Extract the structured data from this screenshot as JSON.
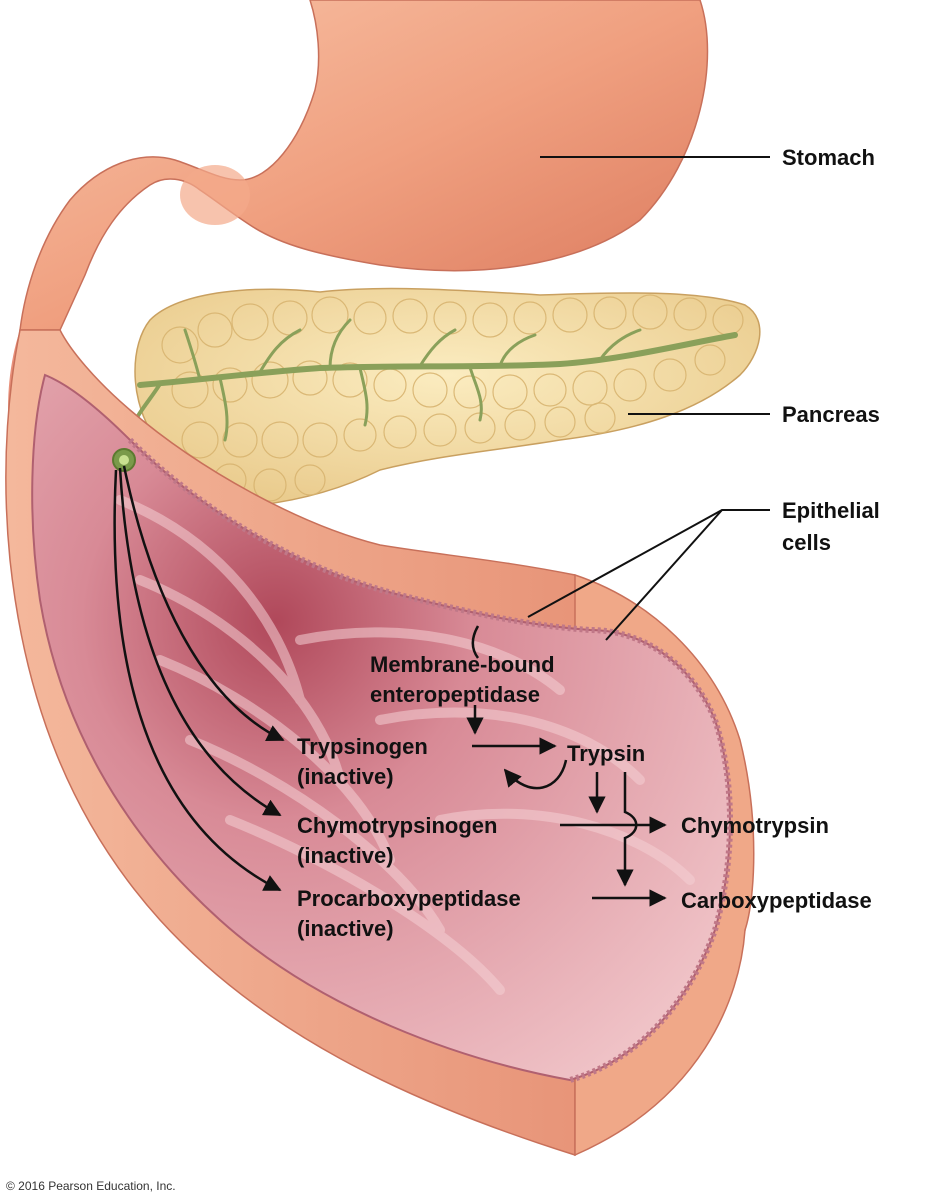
{
  "labels": {
    "stomach": "Stomach",
    "pancreas": "Pancreas",
    "epithelial_line1": "Epithelial",
    "epithelial_line2": "cells",
    "membrane_line1": "Membrane-bound",
    "membrane_line2": "enteropeptidase",
    "trypsinogen": "Trypsinogen",
    "trypsinogen_state": "(inactive)",
    "trypsin": "Trypsin",
    "chymotrypsinogen": "Chymotrypsinogen",
    "chymotrypsinogen_state": "(inactive)",
    "chymotrypsin": "Chymotrypsin",
    "procarboxypeptidase": "Procarboxypeptidase",
    "procarboxypeptidase_state": "(inactive)",
    "carboxypeptidase": "Carboxypeptidase"
  },
  "credit": "© 2016 Pearson Education, Inc.",
  "colors": {
    "stomach": "#f0a080",
    "intestine_wall": "#e89378",
    "intestine_lumen": "#e2a0a8",
    "pancreas": "#f4dca0",
    "duct": "#8aa05a",
    "arrow": "#111111"
  }
}
